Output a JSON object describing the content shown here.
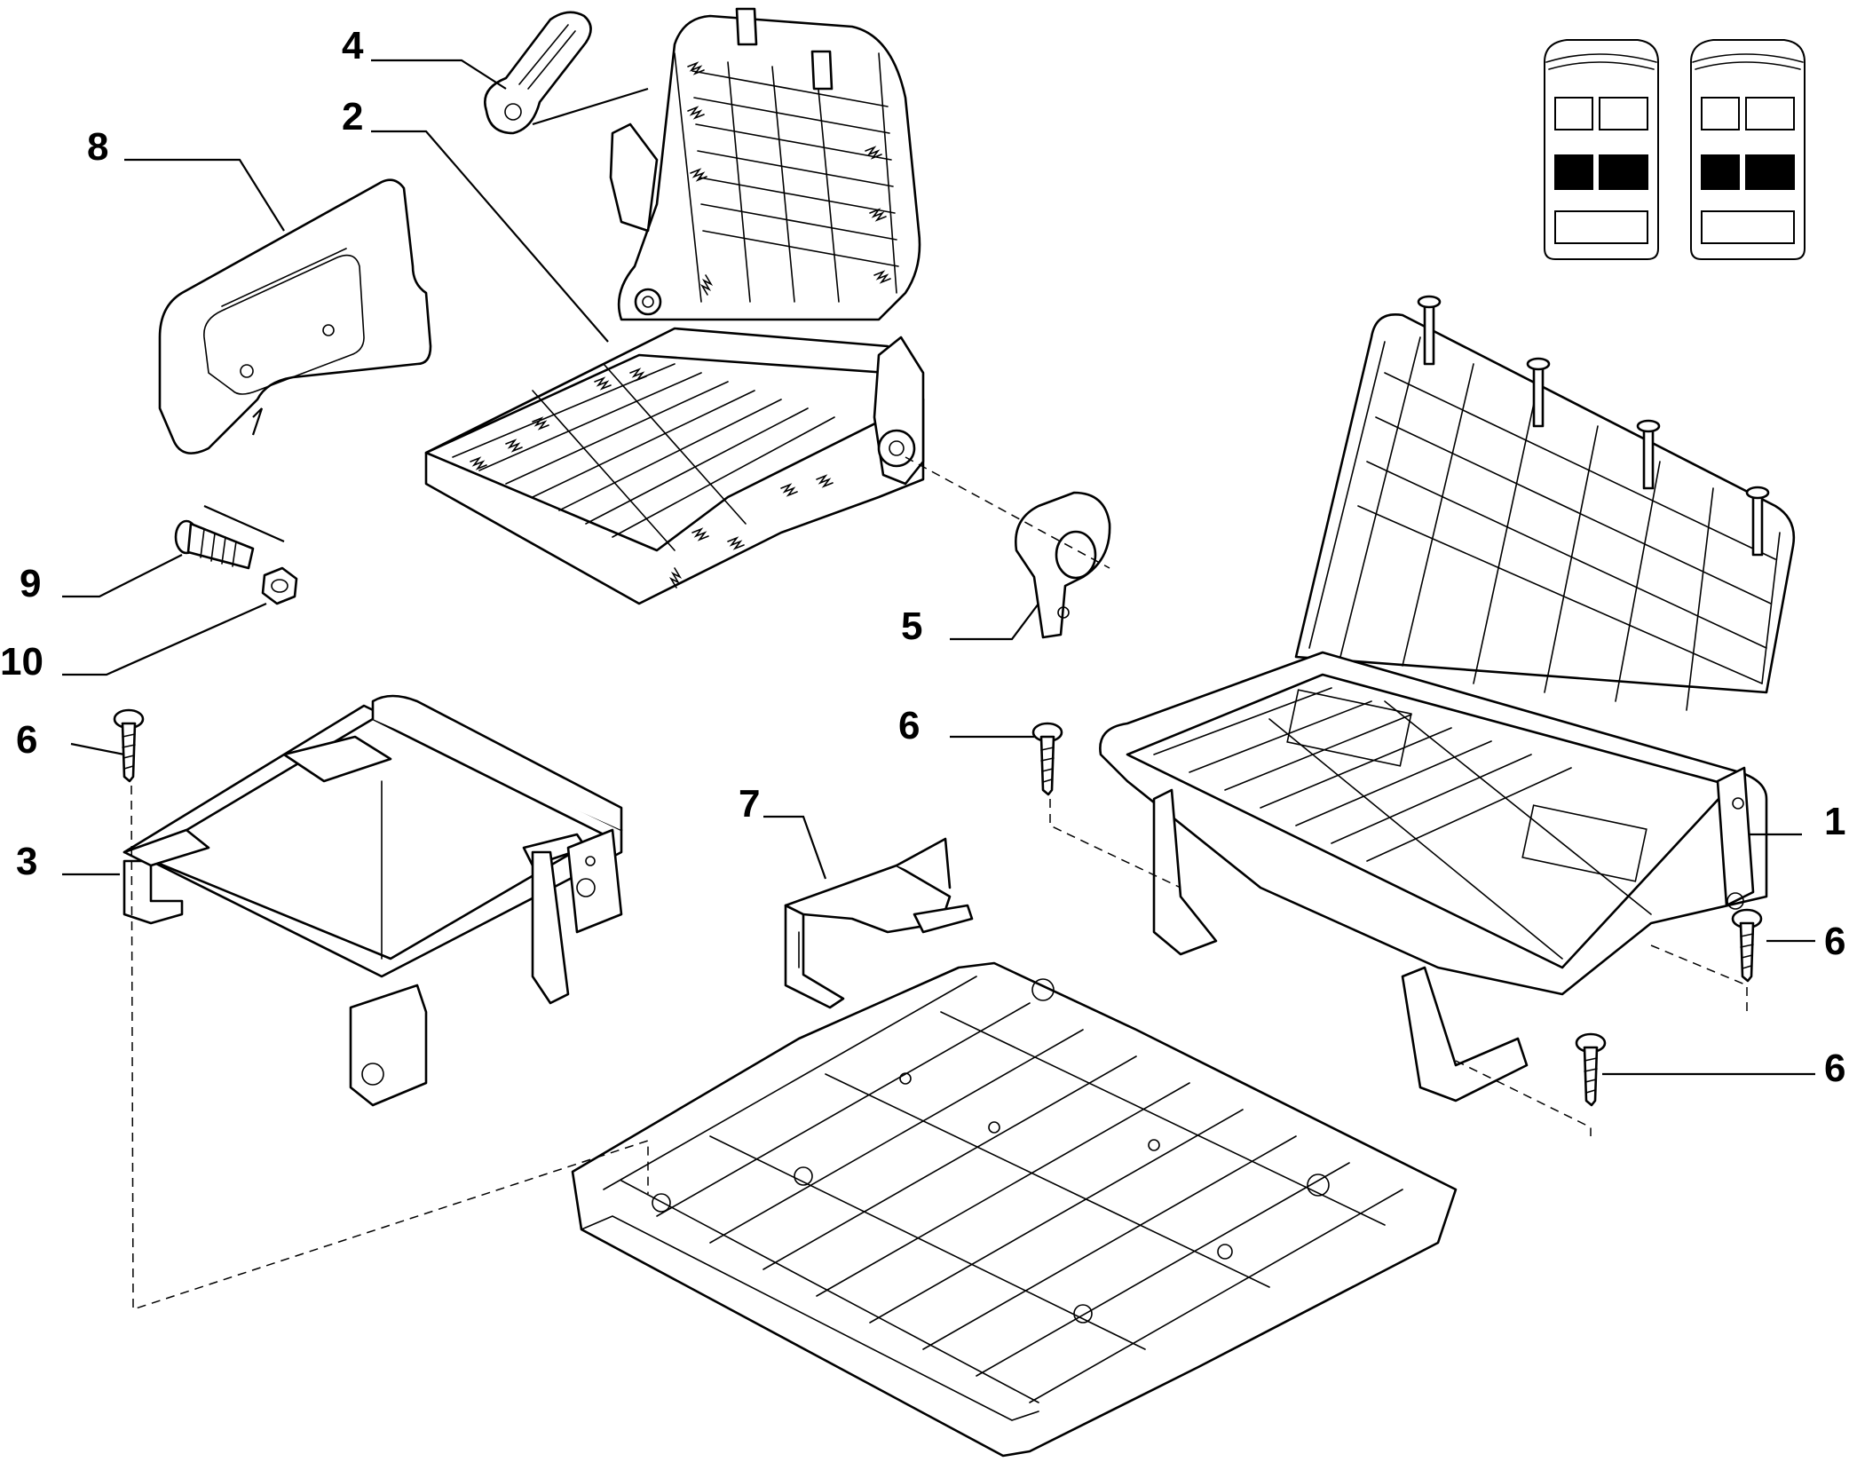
{
  "callouts": [
    {
      "id": "1",
      "label": "1"
    },
    {
      "id": "2",
      "label": "2"
    },
    {
      "id": "3",
      "label": "3"
    },
    {
      "id": "4",
      "label": "4"
    },
    {
      "id": "5",
      "label": "5"
    },
    {
      "id": "6a",
      "label": "6"
    },
    {
      "id": "6b",
      "label": "6"
    },
    {
      "id": "6c",
      "label": "6"
    },
    {
      "id": "6d",
      "label": "6"
    },
    {
      "id": "7",
      "label": "7"
    },
    {
      "id": "8",
      "label": "8"
    },
    {
      "id": "9",
      "label": "9"
    },
    {
      "id": "10",
      "label": "10"
    }
  ],
  "colors": {
    "line": "#000000",
    "background": "#ffffff"
  },
  "legend": {
    "icon": "vehicle-seat-layout-icon",
    "highlighted_row": 2
  }
}
